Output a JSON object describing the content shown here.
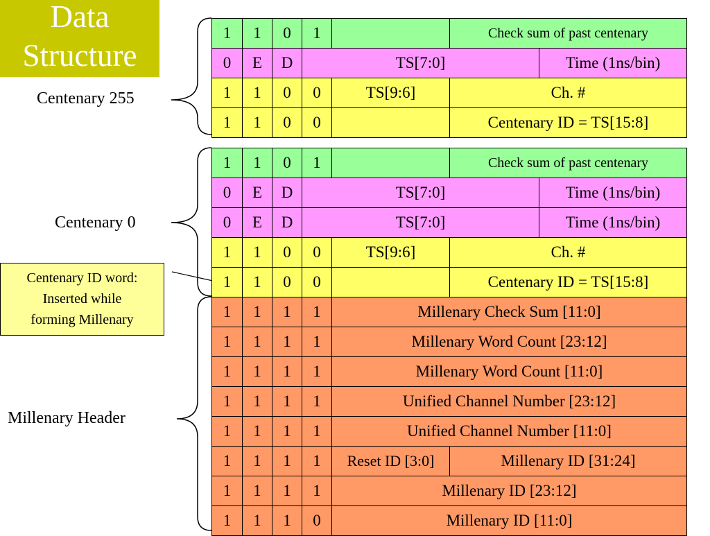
{
  "title": {
    "line1": "Data",
    "line2": "Structure"
  },
  "labels": {
    "centenary255": "Centenary 255",
    "centenary0": "Centenary 0",
    "millenary_header": "Millenary Header"
  },
  "note": {
    "line1": "Centenary ID word:",
    "line2": "Inserted while",
    "line3": "forming Millenary"
  },
  "colors": {
    "green": "#99ff99",
    "pink": "#ff99ff",
    "yellow": "#ffff66",
    "orange": "#ff9966",
    "title_bg": "#c8c800",
    "note_bg": "#ffff99"
  },
  "table1": {
    "r1": {
      "b1": "1",
      "b2": "1",
      "b3": "0",
      "b4": "1",
      "blank": "",
      "desc": "Check sum of past centenary"
    },
    "r2": {
      "b1": "0",
      "b2": "E",
      "b3": "D",
      "ts": "TS[7:0]",
      "desc": "Time (1ns/bin)"
    },
    "r3": {
      "b1": "1",
      "b2": "1",
      "b3": "0",
      "b4": "0",
      "ts": "TS[9:6]",
      "desc": "Ch. #"
    },
    "r4": {
      "b1": "1",
      "b2": "1",
      "b3": "0",
      "b4": "0",
      "blank": "",
      "desc": "Centenary ID = TS[15:8]"
    }
  },
  "table2": {
    "r1": {
      "b1": "1",
      "b2": "1",
      "b3": "0",
      "b4": "1",
      "blank": "",
      "desc": "Check sum of past centenary"
    },
    "r2": {
      "b1": "0",
      "b2": "E",
      "b3": "D",
      "ts": "TS[7:0]",
      "desc": "Time (1ns/bin)"
    },
    "r3": {
      "b1": "0",
      "b2": "E",
      "b3": "D",
      "ts": "TS[7:0]",
      "desc": "Time (1ns/bin)"
    },
    "r4": {
      "b1": "1",
      "b2": "1",
      "b3": "0",
      "b4": "0",
      "ts": "TS[9:6]",
      "desc": "Ch. #"
    },
    "r5": {
      "b1": "1",
      "b2": "1",
      "b3": "0",
      "b4": "0",
      "blank": "",
      "desc": "Centenary ID = TS[15:8]"
    },
    "r6": {
      "b1": "1",
      "b2": "1",
      "b3": "1",
      "b4": "1",
      "desc": "Millenary Check Sum [11:0]"
    },
    "r7": {
      "b1": "1",
      "b2": "1",
      "b3": "1",
      "b4": "1",
      "desc": "Millenary Word Count [23:12]"
    },
    "r8": {
      "b1": "1",
      "b2": "1",
      "b3": "1",
      "b4": "1",
      "desc": "Millenary Word Count [11:0]"
    },
    "r9": {
      "b1": "1",
      "b2": "1",
      "b3": "1",
      "b4": "1",
      "desc": "Unified Channel Number [23:12]"
    },
    "r10": {
      "b1": "1",
      "b2": "1",
      "b3": "1",
      "b4": "1",
      "desc": "Unified Channel Number [11:0]"
    },
    "r11": {
      "b1": "1",
      "b2": "1",
      "b3": "1",
      "b4": "1",
      "reset": "Reset ID [3:0]",
      "desc": "Millenary ID [31:24]"
    },
    "r12": {
      "b1": "1",
      "b2": "1",
      "b3": "1",
      "b4": "1",
      "desc": "Millenary ID [23:12]"
    },
    "r13": {
      "b1": "1",
      "b2": "1",
      "b3": "1",
      "b4": "0",
      "desc": "Millenary ID [11:0]"
    }
  }
}
